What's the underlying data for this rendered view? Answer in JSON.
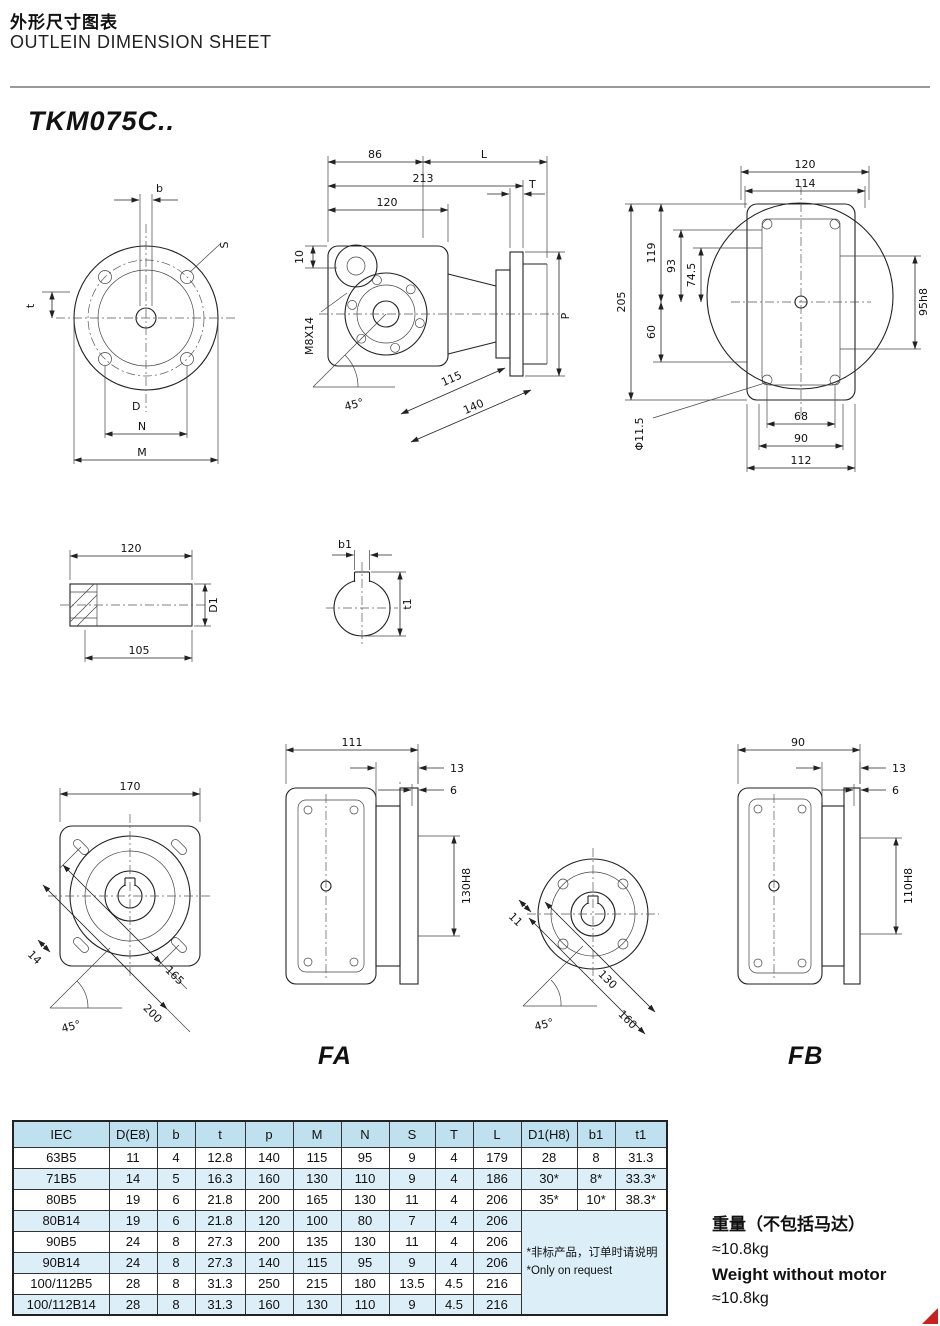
{
  "header": {
    "title_cn": "外形尺寸图表",
    "title_en": "OUTLEIN DIMENSION SHEET"
  },
  "model": "TKM075C..",
  "drawings": {
    "front": {
      "b": "b",
      "s": "S",
      "t": "t",
      "d": "D",
      "n": "N",
      "m": "M"
    },
    "side": {
      "d86": "86",
      "l": "L",
      "d213": "213",
      "d120": "120",
      "d10": "10",
      "m8x14": "M8X14",
      "t": "T",
      "p": "P",
      "d115": "115",
      "d140": "140",
      "a45": "45°"
    },
    "rear": {
      "d120": "120",
      "d114": "114",
      "d205": "205",
      "d119": "119",
      "d93": "93",
      "d745": "74.5",
      "d60": "60",
      "d95h8": "95h8",
      "phi115": "Φ11.5",
      "d68": "68",
      "d90": "90",
      "d112": "112"
    },
    "shaft": {
      "d120": "120",
      "d105": "105",
      "d1": "D1"
    },
    "section": {
      "b1": "b1",
      "t1": "t1"
    },
    "fa_front": {
      "d170": "170",
      "d14": "14",
      "d165": "165",
      "d200": "200",
      "a45": "45°"
    },
    "fa_side": {
      "d111": "111",
      "d13": "13",
      "d6": "6",
      "bore": "130H8"
    },
    "fb_front": {
      "d11": "11",
      "d130": "130",
      "d160": "160",
      "a45": "45°"
    },
    "fb_side": {
      "d90": "90",
      "d13": "13",
      "d6": "6",
      "bore": "110H8"
    },
    "fa_label": "FA",
    "fb_label": "FB"
  },
  "table": {
    "headers": [
      "IEC",
      "D(E8)",
      "b",
      "t",
      "p",
      "M",
      "N",
      "S",
      "T",
      "L",
      "D1(H8)",
      "b1",
      "t1"
    ],
    "rows": [
      [
        "63B5",
        "11",
        "4",
        "12.8",
        "140",
        "115",
        "95",
        "9",
        "4",
        "179",
        "28",
        "8",
        "31.3"
      ],
      [
        "71B5",
        "14",
        "5",
        "16.3",
        "160",
        "130",
        "110",
        "9",
        "4",
        "186",
        "30*",
        "8*",
        "33.3*"
      ],
      [
        "80B5",
        "19",
        "6",
        "21.8",
        "200",
        "165",
        "130",
        "11",
        "4",
        "206",
        "35*",
        "10*",
        "38.3*"
      ],
      [
        "80B14",
        "19",
        "6",
        "21.8",
        "120",
        "100",
        "80",
        "7",
        "4",
        "206"
      ],
      [
        "90B5",
        "24",
        "8",
        "27.3",
        "200",
        "135",
        "130",
        "11",
        "4",
        "206"
      ],
      [
        "90B14",
        "24",
        "8",
        "27.3",
        "140",
        "115",
        "95",
        "9",
        "4",
        "206"
      ],
      [
        "100/112B5",
        "28",
        "8",
        "31.3",
        "250",
        "215",
        "180",
        "13.5",
        "4.5",
        "216"
      ],
      [
        "100/112B14",
        "28",
        "8",
        "31.3",
        "160",
        "130",
        "110",
        "9",
        "4.5",
        "216"
      ]
    ],
    "note_cn": "*非标产品，订单时请说明",
    "note_en": "*Only on request"
  },
  "weight": {
    "cn": "重量（不包括马达）",
    "value_cn": "≈10.8kg",
    "en": "Weight without motor",
    "value_en": "≈10.8kg"
  }
}
